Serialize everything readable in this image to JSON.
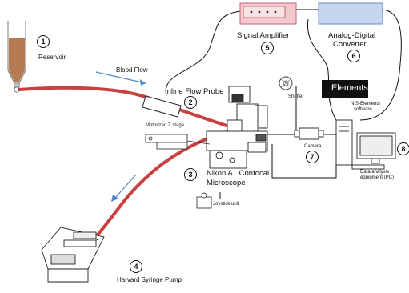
{
  "labels": {
    "reservoir": "Reservoir",
    "blood_flow": "Blood Flow",
    "inline_flow_probe": "Inline Flow Probe",
    "motorized_z_stage": "Motorized Z stage",
    "shutter": "Shutter",
    "nikon_line1": "Nikon A1 Confocal",
    "nikon_line2": "Microscope",
    "joystick_unit": "Joystick unit",
    "camera": "Camera",
    "signal_amplifier": "Signal Amplifier",
    "adc_line1": "Analog-Digital",
    "adc_line2": "Converter",
    "nis_logo": "Elements",
    "nis_software_line1": "NIS-Elements",
    "nis_software_line2": "software",
    "data_analysis_line1": "Data analysis",
    "data_analysis_line2": "equipment (PC)",
    "harvard_pump": "Harvard Syringe Pump"
  },
  "badges": {
    "b1": "1",
    "b2": "2",
    "b3": "3",
    "b4": "4",
    "b5": "5",
    "b6": "6",
    "b7": "7",
    "b8": "8"
  },
  "colors": {
    "tubing": "#c84040",
    "flow_arrow": "#4a86c6",
    "amplifier_box": "#f4c8cc",
    "amplifier_border": "#c06a78",
    "adc_box": "#c6d6f0",
    "adc_border": "#6c8cc4",
    "reservoir_fluid": "#b77b54",
    "nis_logo_bg": "#111111",
    "nis_logo_text": "#ffffff"
  },
  "icons": {
    "reservoir": "reservoir-funnel-icon",
    "probe": "flow-probe-icon",
    "microscope": "confocal-microscope-icon",
    "pump": "syringe-pump-icon",
    "pc": "computer-icon"
  }
}
